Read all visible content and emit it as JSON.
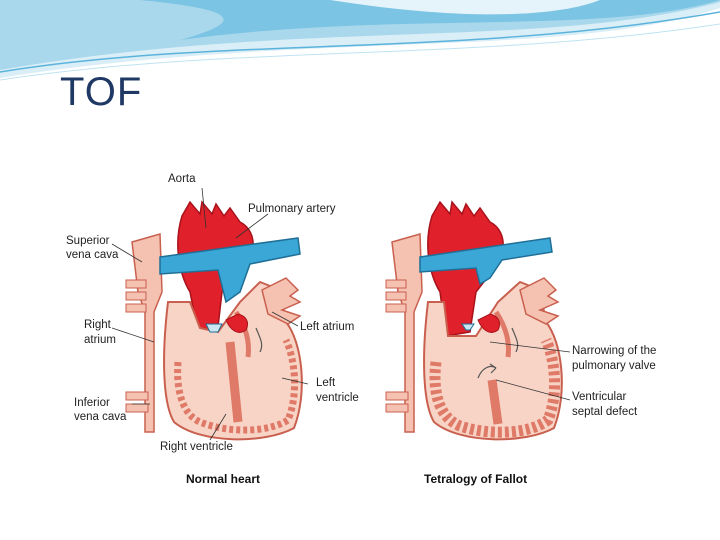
{
  "slide": {
    "title": "TOF"
  },
  "normal_heart": {
    "caption": "Normal heart",
    "labels": {
      "aorta": "Aorta",
      "pulmonary_artery": "Pulmonary artery",
      "superior_vena_cava_1": "Superior",
      "superior_vena_cava_2": "vena cava",
      "right_atrium_1": "Right",
      "right_atrium_2": "atrium",
      "left_atrium": "Left atrium",
      "left_ventricle_1": "Left",
      "left_ventricle_2": "ventricle",
      "inferior_vena_cava_1": "Inferior",
      "inferior_vena_cava_2": "vena cava",
      "right_ventricle": "Right ventricle"
    }
  },
  "tof_heart": {
    "caption": "Tetralogy of Fallot",
    "labels": {
      "narrowing_1": "Narrowing of the",
      "narrowing_2": "pulmonary valve",
      "vsd_1": "Ventricular",
      "vsd_2": "septal defect"
    }
  },
  "colors": {
    "title": "#1f3864",
    "oxygenated_blood": "#e0202a",
    "deoxygenated_blood": "#3aa7d6",
    "heart_wall": "#f0a58e",
    "heart_wall_inner": "#e07a68",
    "valve": "#cde7f2"
  }
}
